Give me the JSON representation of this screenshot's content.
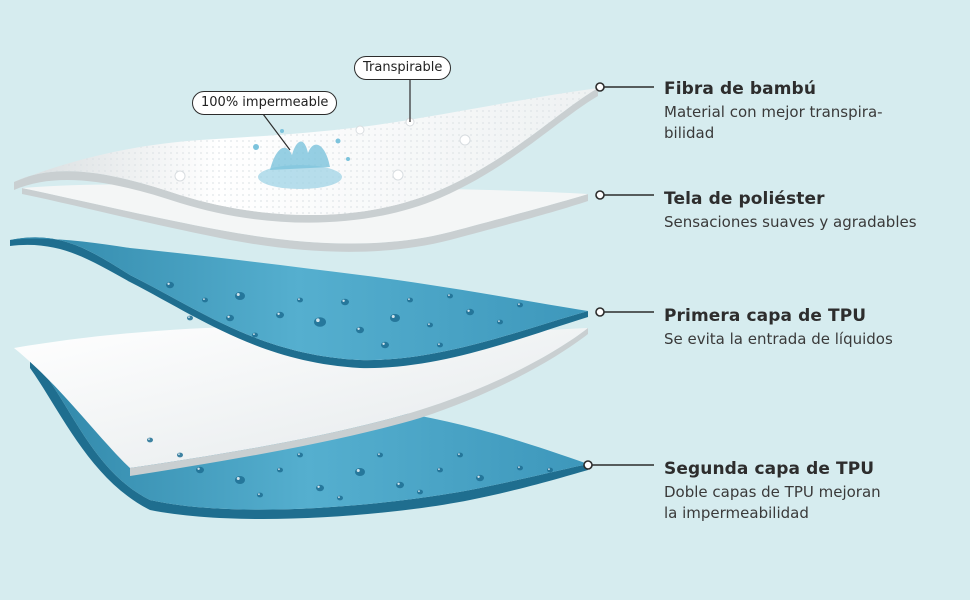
{
  "colors": {
    "background": "#d6ecef",
    "white_layer": "#f4f6f6",
    "white_layer_shadow": "#c9cfd1",
    "tpu_layer": "#4aa3c4",
    "tpu_layer_dark": "#2f86a8",
    "tpu_layer_edge": "#1f6e8f",
    "droplet": "#1e6f93",
    "line": "#2c2c2c"
  },
  "callouts": {
    "waterproof": "100% impermeable",
    "breathable": "Transpirable"
  },
  "layers": [
    {
      "title": "Fibra de bambú",
      "description": "Material con mejor transpira-\nbilidad"
    },
    {
      "title": "Tela de poliéster",
      "description": "Sensaciones suaves y agradables"
    },
    {
      "title": "Primera capa de TPU",
      "description": "Se evita la entrada de líquidos"
    },
    {
      "title": "Segunda capa de TPU",
      "description": "Doble capas de TPU mejoran\nla impermeabilidad"
    }
  ]
}
